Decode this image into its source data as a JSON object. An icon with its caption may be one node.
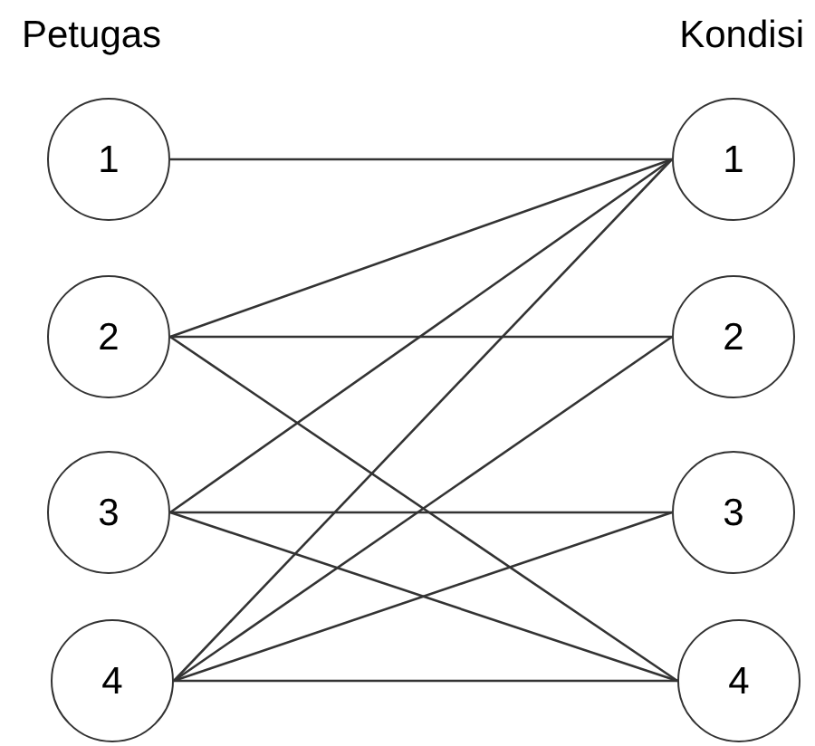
{
  "diagram": {
    "nodes": [
      {
        "text": [
          "1"
        ]
      },
      {
        "text": [
          "2"
        ]
      },
      {
        "text": [
          "3"
        ]
      },
      {
        "text": [
          "4"
        ]
      },
      {
        "text": [
          "1"
        ]
      },
      {
        "text": [
          "2"
        ]
      },
      {
        "text": [
          "3"
        ]
      },
      {
        "text": [
          "4"
        ]
      }
    ],
    "edges": [
      {
        "from": 0,
        "to": 4,
        "arrow": "none"
      },
      {
        "from": 1,
        "to": 4,
        "arrow": "none"
      },
      {
        "from": 1,
        "to": 5,
        "arrow": "none"
      },
      {
        "from": 1,
        "to": 7,
        "arrow": "none"
      },
      {
        "from": 2,
        "to": 4,
        "arrow": "none"
      },
      {
        "from": 2,
        "to": 6,
        "arrow": "none"
      },
      {
        "from": 2,
        "to": 7,
        "arrow": "none"
      },
      {
        "from": 3,
        "to": 4,
        "arrow": "none"
      },
      {
        "from": 3,
        "to": 5,
        "arrow": "none"
      },
      {
        "from": 3,
        "to": 6,
        "arrow": "none"
      },
      {
        "from": 3,
        "to": 7,
        "arrow": "none"
      }
    ],
    "labels": [
      "Petugas",
      "Kondisi"
    ]
  }
}
